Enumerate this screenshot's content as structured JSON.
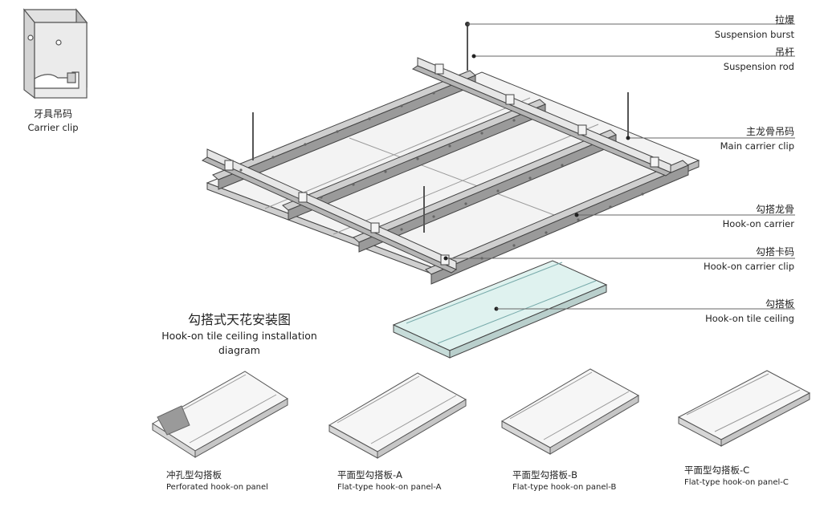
{
  "carrier_clip": {
    "cn": "牙具吊码",
    "en": "Carrier clip"
  },
  "title": {
    "cn": "勾搭式天花安装图",
    "en": "Hook-on tile ceiling installation diagram"
  },
  "callouts": [
    {
      "cn": "拉爆",
      "en": "Suspension burst"
    },
    {
      "cn": "吊杆",
      "en": "Suspension rod"
    },
    {
      "cn": "主龙骨吊码",
      "en": "Main carrier clip"
    },
    {
      "cn": "勾搭龙骨",
      "en": "Hook-on carrier"
    },
    {
      "cn": "勾搭卡码",
      "en": "Hook-on carrier clip"
    },
    {
      "cn": "勾搭板",
      "en": "Hook-on tile ceiling"
    }
  ],
  "panels": [
    {
      "cn": "冲孔型勾搭板",
      "en": "Perforated hook-on panel"
    },
    {
      "cn": "平面型勾搭板-A",
      "en": "Flat-type hook-on panel-A"
    },
    {
      "cn": "平面型勾搭板-B",
      "en": "Flat-type hook-on panel-B"
    },
    {
      "cn": "平面型勾搭板-C",
      "en": "Flat-type hook-on panel-C"
    }
  ],
  "colors": {
    "line": "#555555",
    "metal": "#c8c8c8",
    "metal_dark": "#8a8a8a",
    "tile_highlight": "#dff2ef"
  }
}
